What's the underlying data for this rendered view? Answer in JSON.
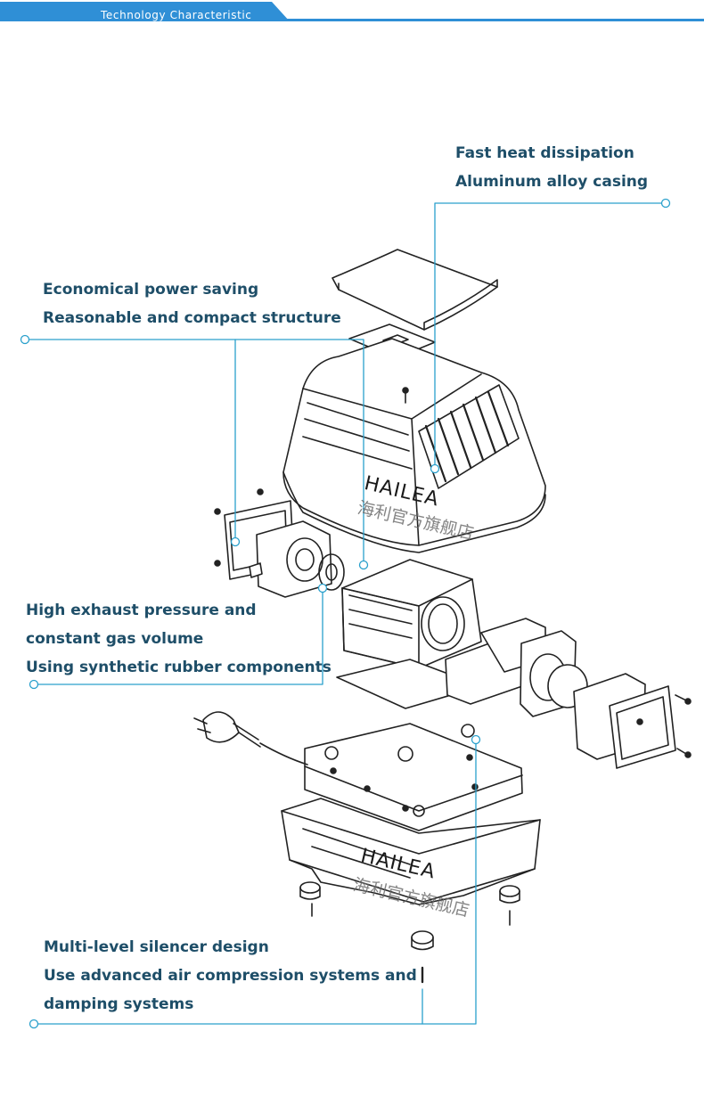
{
  "header": {
    "title": "Technology Characteristic",
    "accent_color": "#2f8fd6"
  },
  "callouts": {
    "heat": {
      "lines": [
        "Fast heat dissipation",
        "Aluminum alloy casing"
      ]
    },
    "power": {
      "lines": [
        "Economical power saving",
        "Reasonable and compact structure"
      ]
    },
    "pressure": {
      "lines": [
        "High exhaust pressure and",
        "constant gas volume",
        "Using synthetic rubber components"
      ]
    },
    "silencer": {
      "lines": [
        "Multi-level silencer design",
        "Use advanced air compression systems and",
        "damping systems"
      ]
    }
  },
  "product": {
    "brand": "HAILEA",
    "watermark": "海利官方旗舰店"
  },
  "colors": {
    "leader_line": "#2aa0cc",
    "text": "#1e4e68",
    "drawing": "#222222"
  }
}
